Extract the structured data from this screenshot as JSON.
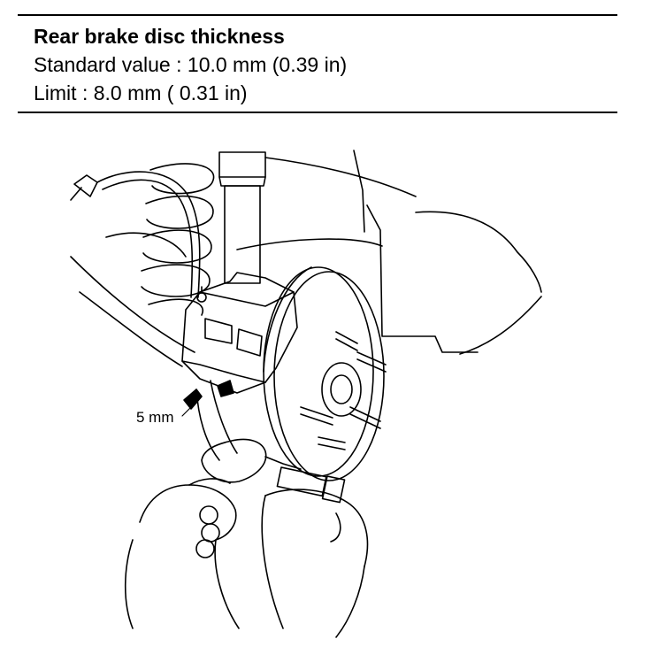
{
  "spec": {
    "title": "Rear brake disc thickness",
    "standard_label": "Standard value :",
    "standard_value": "10.0 mm (0.39 in)",
    "limit_label": "Limit :",
    "limit_value": "8.0 mm ( 0.31 in)"
  },
  "illustration": {
    "callout": "5 mm"
  }
}
